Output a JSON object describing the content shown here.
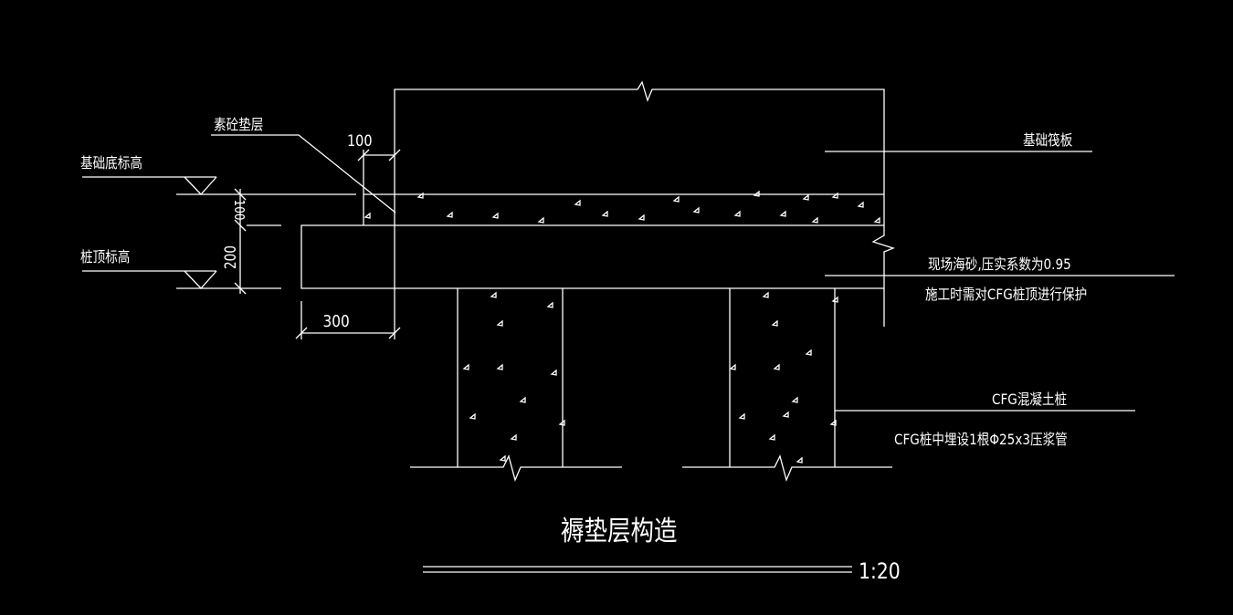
{
  "drawing": {
    "title": "褥垫层构造",
    "scale": "1:20",
    "labels": {
      "plain_concrete_cushion": "素砼垫层",
      "foundation_bottom_elevation": "基础底标高",
      "pile_top_elevation": "桩顶标高",
      "raft_foundation": "基础筏板",
      "sand_note": "现场海砂,压实系数为0.95",
      "protection_note": "施工时需对CFG桩顶进行保护",
      "cfg_pile": "CFG混凝土桩",
      "grout_pipe_note": "CFG桩中埋设1根Φ25x3压浆管"
    },
    "dimensions": {
      "cushion_width": "100",
      "cushion_thickness": "100",
      "sand_thickness": "200",
      "sand_overhang": "300"
    }
  }
}
